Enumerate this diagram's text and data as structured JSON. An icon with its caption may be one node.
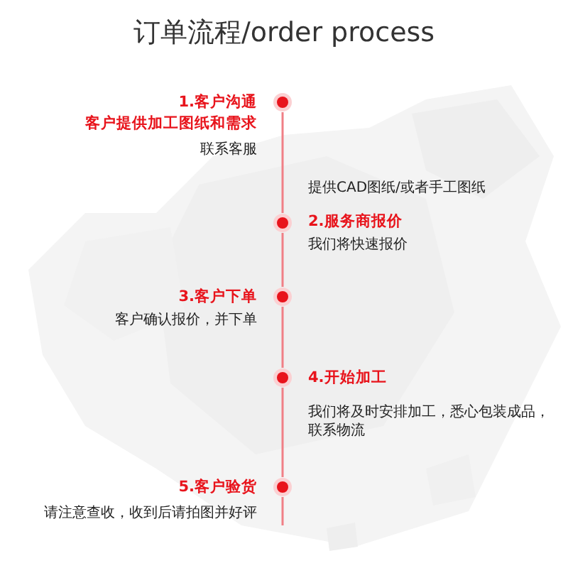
{
  "diagram": {
    "title": "订单流程/order process",
    "nodes": [
      {
        "text": [],
        "shape": "circle",
        "beside": [
          "1.客户沟通",
          "客户提供加工图纸和需求",
          "联系客服"
        ]
      },
      {
        "text": [],
        "shape": "circle",
        "beside": [
          "提供CAD图纸/或者手工图纸",
          "2.服务商报价",
          "我们将快速报价"
        ]
      },
      {
        "text": [],
        "shape": "circle",
        "beside": [
          "3.客户下单",
          "客户确认报价，并下单"
        ]
      },
      {
        "text": [],
        "shape": "circle",
        "beside": [
          "4.开始加工",
          "我们将及时安排加工，悉心包装成品，联系物流"
        ]
      },
      {
        "text": [],
        "shape": "circle",
        "beside": [
          "5.客户验货",
          "请注意查收，收到后请拍图并好评"
        ]
      }
    ],
    "edges": [
      {
        "from": 0,
        "to": 1,
        "arrow": "none"
      },
      {
        "from": 1,
        "to": 2,
        "arrow": "none"
      },
      {
        "from": 2,
        "to": 3,
        "arrow": "none"
      },
      {
        "from": 3,
        "to": 4,
        "arrow": "none"
      }
    ]
  }
}
